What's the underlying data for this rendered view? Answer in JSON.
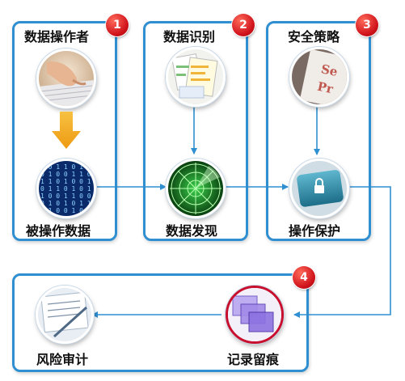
{
  "colors": {
    "accent": "#2f8fd0",
    "badge": "#d0131b",
    "arrow_orange": "#f3a21b"
  },
  "section1": {
    "title": "数据操作者",
    "badge": "1",
    "bottom_label": "被操作数据"
  },
  "section2": {
    "title": "数据识别",
    "badge": "2",
    "bottom_label": "数据发现"
  },
  "section3": {
    "title": "安全策略",
    "badge": "3",
    "bottom_label": "操作保护"
  },
  "section4": {
    "badge": "4",
    "left_label": "风险审计",
    "right_label": "记录留痕"
  },
  "icons": {
    "operator": "hand-on-keyboard-icon",
    "binary": "binary-data-icon",
    "documents": "documents-icon",
    "radar": "radar-icon",
    "policy": "security-policy-paper-icon",
    "lock_key": "lock-key-icon",
    "audit": "audit-report-icon",
    "records": "stacked-records-icon"
  }
}
